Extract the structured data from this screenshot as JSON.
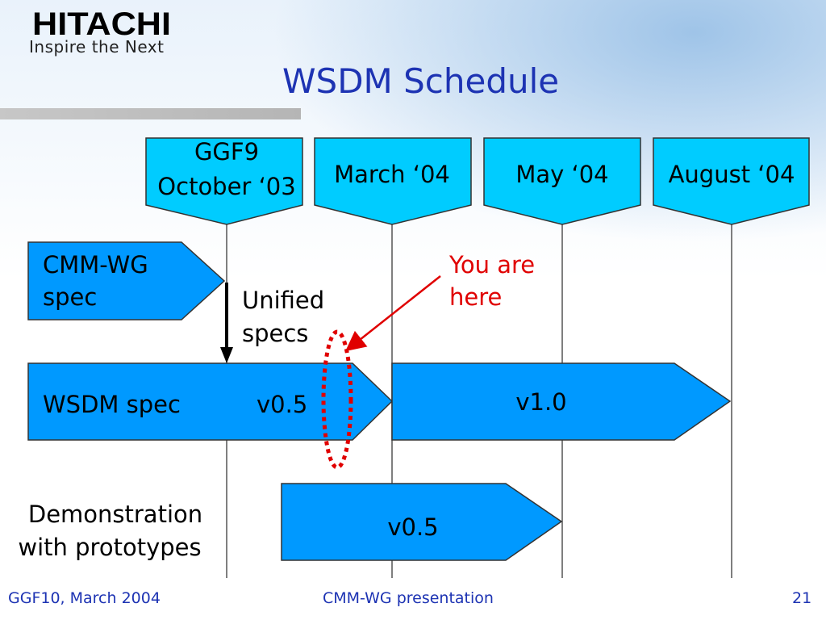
{
  "logo": {
    "brand": "HITACHI",
    "tagline": "Inspire the Next"
  },
  "slide": {
    "title": "WSDM Schedule"
  },
  "milestones": [
    {
      "lines": [
        "GGF9",
        "October ‘03"
      ]
    },
    {
      "lines": [
        "March ‘04"
      ]
    },
    {
      "lines": [
        "May ‘04"
      ]
    },
    {
      "lines": [
        "August ‘04"
      ]
    }
  ],
  "cmm_spec": {
    "lines": [
      "CMM-WG",
      "spec"
    ]
  },
  "unified": {
    "lines": [
      "Unified",
      "specs"
    ]
  },
  "you_are_here": {
    "lines": [
      "You are",
      "here"
    ]
  },
  "wsdm_spec": {
    "label": "WSDM spec",
    "v05": "v0.5",
    "v10": "v1.0"
  },
  "demo": {
    "lines": [
      "Demonstration",
      "with prototypes"
    ],
    "version": "v0.5"
  },
  "footer": {
    "left": "GGF10, March 2004",
    "center": "CMM-WG presentation",
    "page": "21"
  },
  "colors": {
    "box_fill": "#00ccff",
    "arrow_fill": "#0099ff",
    "title": "#1d33b3",
    "annotation": "#e00000"
  }
}
